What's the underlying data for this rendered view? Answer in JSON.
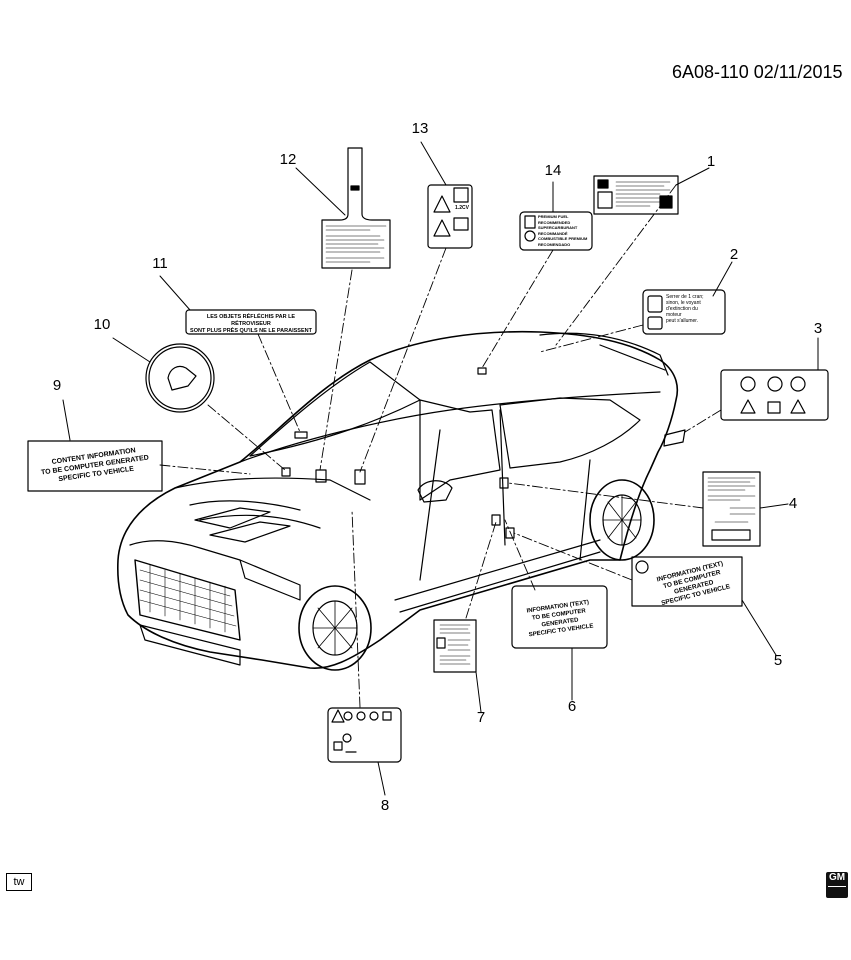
{
  "header": {
    "reference": "6A08-110  02/11/2015"
  },
  "callouts": [
    "1",
    "2",
    "3",
    "4",
    "5",
    "6",
    "7",
    "8",
    "9",
    "10",
    "11",
    "12",
    "13",
    "14"
  ],
  "labels": {
    "label_11_text": "LES OBJETS RÉFLÉCHIS PAR LE RÉTROVISEUR\nSONT PLUS PRÈS QU'ILS NE LE PARAISSENT",
    "label_9_text": "CONTENT INFORMATION\nTO BE COMPUTER GENERATED\nSPECIFIC TO VEHICLE",
    "label_6_text": "INFORMATION (TEXT)\nTO BE COMPUTER GENERATED\nSPECIFIC TO VEHICLE",
    "label_5_text": "INFORMATION (TEXT)\nTO BE COMPUTER GENERATED\nSPECIFIC TO VEHICLE",
    "label_2_text": "Serrer de 1 cran;\nsinon, le voyant\nd'extinction du\nmoteur\npeut s'allumer.",
    "label_14_text": "PREMIUM FUEL\nRECOMMENDED\nSUPERCARBURANT\nRECOMMANDÉ\nCOMBUSTIBLE PREMIUM\nRECOMENDADO",
    "label_13_text": "1.2CV"
  },
  "footer": {
    "tw_badge": "tw",
    "brand_mark": "GM"
  }
}
